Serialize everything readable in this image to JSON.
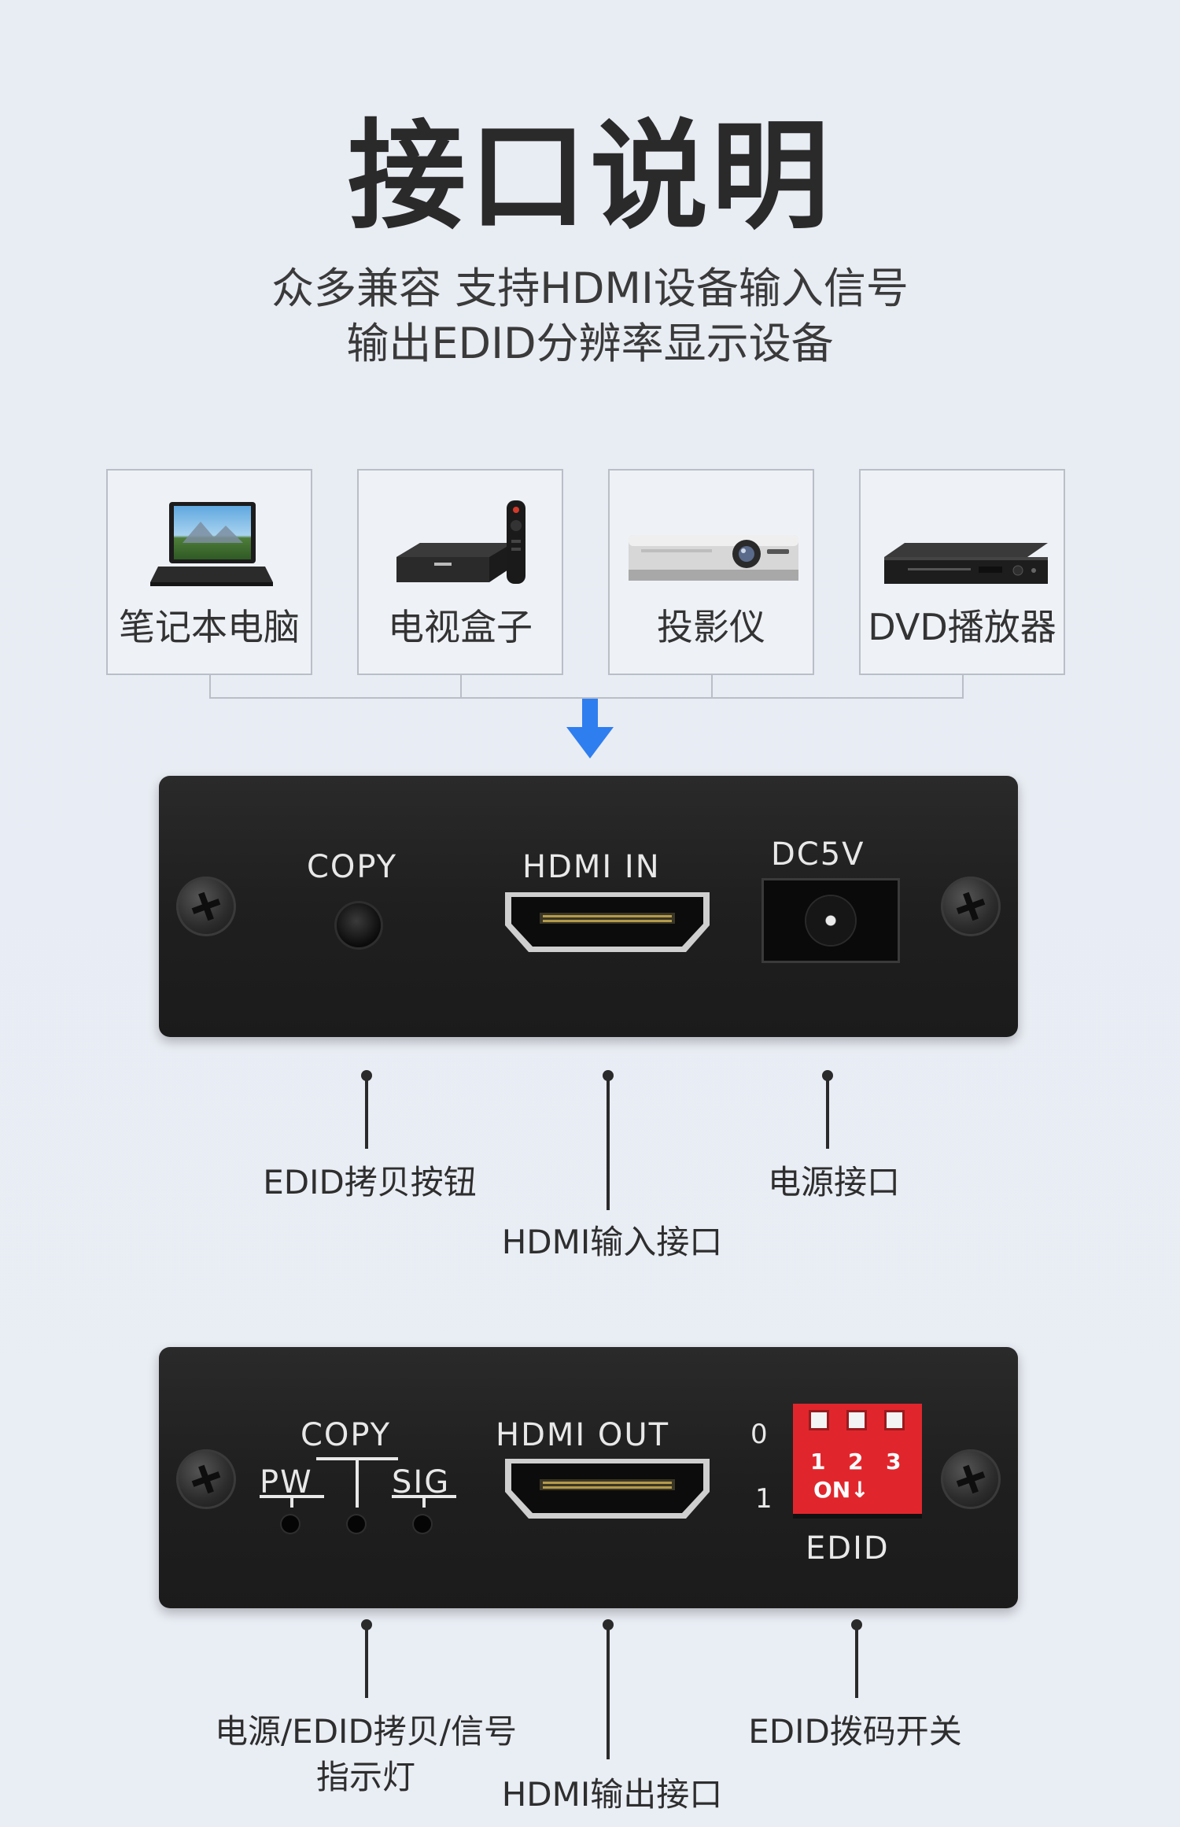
{
  "header": {
    "title": "接口说明",
    "subtitle_line1": "众多兼容 支持HDMI设备输入信号",
    "subtitle_line2": "输出EDID分辨率显示设备"
  },
  "devices": [
    {
      "label": "笔记本电脑",
      "icon": "laptop-icon"
    },
    {
      "label": "电视盒子",
      "icon": "tv-box-icon"
    },
    {
      "label": "投影仪",
      "icon": "projector-icon"
    },
    {
      "label": "DVD播放器",
      "icon": "dvd-player-icon"
    }
  ],
  "arrow_color": "#2f7ef0",
  "input_panel": {
    "copy_label": "COPY",
    "hdmi_label": "HDMI IN",
    "dc_label": "DC5V"
  },
  "input_callouts": {
    "copy": "EDID拷贝按钮",
    "hdmi": "HDMI输入接口",
    "power": "电源接口"
  },
  "output_panel": {
    "copy_label": "COPY",
    "pw_label": "PW",
    "sig_label": "SIG",
    "hdmi_label": "HDMI OUT",
    "switch_0": "0",
    "switch_1": "1",
    "switch_numbers": [
      "1",
      "2",
      "3"
    ],
    "switch_on": "ON↓",
    "edid_label": "EDID",
    "switch_color": "#e0262c"
  },
  "output_callouts": {
    "leds_line1": "电源/EDID拷贝/信号",
    "leds_line2": "指示灯",
    "hdmi": "HDMI输出接口",
    "dip": "EDID拨码开关"
  }
}
